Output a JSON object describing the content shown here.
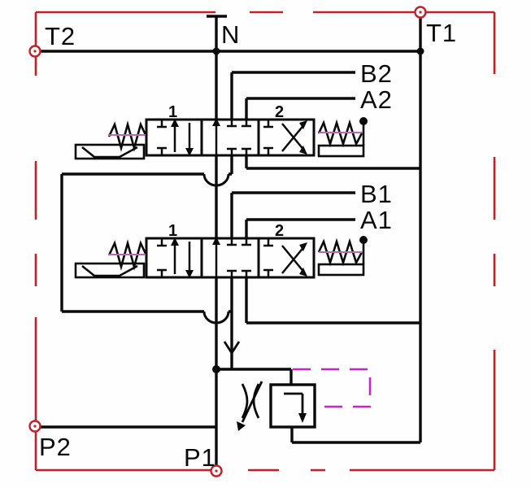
{
  "diagram": {
    "type": "hydraulic-schematic",
    "description": "2-section monoblock directional control valve circuit",
    "ports": {
      "t2": "T2",
      "n": "N",
      "t1": "T1",
      "b2": "B2",
      "a2": "A2",
      "b1": "B1",
      "a1": "A1",
      "p2": "P2",
      "p1": "P1"
    },
    "valve1": {
      "pos_left": "1",
      "pos_right": "2"
    },
    "valve2": {
      "pos_left": "1",
      "pos_right": "2"
    },
    "colors": {
      "line": "#0a0a0a",
      "frame": "#c42127",
      "pilot": "#cc22cc",
      "spring_line": "#b668b6",
      "background": "#fefefe"
    }
  }
}
